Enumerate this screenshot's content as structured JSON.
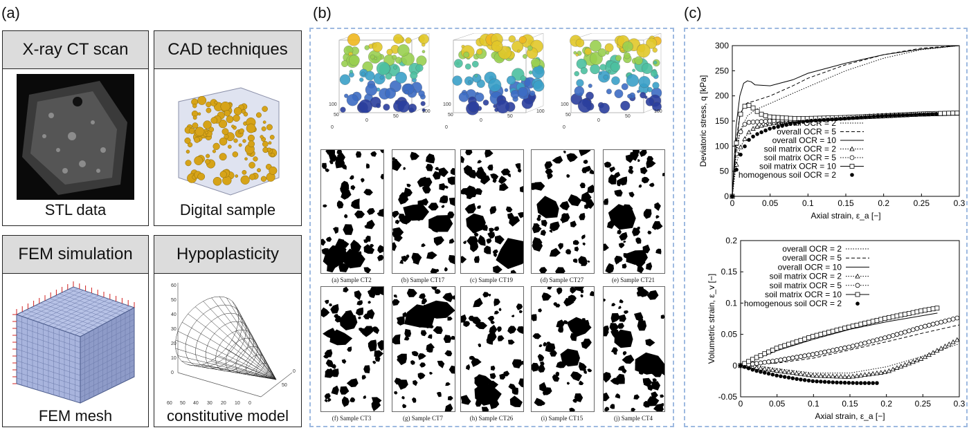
{
  "panel_a": {
    "label": "(a)",
    "tiles": [
      {
        "title": "X-ray CT scan",
        "caption": "STL data"
      },
      {
        "title": "CAD techniques",
        "caption": "Digital sample"
      },
      {
        "title": "FEM simulation",
        "caption": "FEM mesh"
      },
      {
        "title": "Hypoplasticity",
        "caption": "constitutive model"
      }
    ]
  },
  "panel_b": {
    "label": "(b)",
    "axis_ticks": [
      "0",
      "50",
      "100"
    ],
    "cone_ticks": {
      "z": [
        "0",
        "10",
        "20",
        "30",
        "40",
        "50",
        "60"
      ],
      "x": [
        "60",
        "50",
        "40",
        "30",
        "20",
        "10",
        "0"
      ],
      "y": [
        "0",
        "50"
      ]
    },
    "samples": [
      "(a) Sample CT2",
      "(b) Sample CT17",
      "(c) Sample CT19",
      "(d) Sample CT27",
      "(e) Sample CT21",
      "(f) Sample CT3",
      "(g) Sample CT7",
      "(h) Sample CT26",
      "(i) Sample CT15",
      "(j) Sample CT4"
    ]
  },
  "panel_c": {
    "label": "(c)"
  },
  "chart_data": [
    {
      "type": "line",
      "ylabel": "Deviatoric stress, q  [kPa]",
      "xlabel": "Axial strain, ε_a [−]",
      "xlim": [
        0,
        0.3
      ],
      "ylim": [
        0,
        300
      ],
      "xticks": [
        "0",
        "0.05",
        "0.1",
        "0.15",
        "0.2",
        "0.25",
        "0.3"
      ],
      "yticks": [
        "0",
        "50",
        "100",
        "150",
        "200",
        "250",
        "300"
      ],
      "legend_position": "right",
      "series": [
        {
          "name": "overall OCR = 2",
          "style": "dotted",
          "x": [
            0,
            0.005,
            0.01,
            0.02,
            0.03,
            0.05,
            0.08,
            0.1,
            0.15,
            0.2,
            0.25,
            0.3
          ],
          "y": [
            0,
            90,
            130,
            160,
            172,
            185,
            205,
            218,
            250,
            275,
            292,
            300
          ]
        },
        {
          "name": "overall OCR = 5",
          "style": "dashed",
          "x": [
            0,
            0.005,
            0.01,
            0.015,
            0.02,
            0.03,
            0.05,
            0.08,
            0.1,
            0.15,
            0.2,
            0.25,
            0.3
          ],
          "y": [
            0,
            110,
            160,
            180,
            186,
            190,
            200,
            220,
            235,
            262,
            282,
            295,
            300
          ]
        },
        {
          "name": "overall OCR = 10",
          "style": "solid",
          "x": [
            0,
            0.005,
            0.01,
            0.015,
            0.02,
            0.025,
            0.03,
            0.05,
            0.08,
            0.1,
            0.15,
            0.2,
            0.25,
            0.3
          ],
          "y": [
            0,
            140,
            200,
            225,
            230,
            228,
            222,
            220,
            232,
            245,
            265,
            282,
            293,
            300
          ]
        },
        {
          "name": "soil matrix OCR = 2",
          "style": "dotted",
          "marker": "triangle",
          "x": [
            0,
            0.005,
            0.01,
            0.02,
            0.03,
            0.05,
            0.08,
            0.1,
            0.15,
            0.2,
            0.25,
            0.3
          ],
          "y": [
            0,
            60,
            95,
            125,
            138,
            145,
            150,
            152,
            156,
            160,
            163,
            165
          ]
        },
        {
          "name": "soil matrix OCR = 5",
          "style": "dotted",
          "marker": "circle",
          "x": [
            0,
            0.005,
            0.01,
            0.015,
            0.02,
            0.03,
            0.05,
            0.08,
            0.1,
            0.15,
            0.2,
            0.25,
            0.3
          ],
          "y": [
            0,
            80,
            125,
            142,
            147,
            148,
            150,
            152,
            154,
            157,
            161,
            164,
            166
          ]
        },
        {
          "name": "soil matrix OCR = 10",
          "style": "solid",
          "marker": "square",
          "x": [
            0,
            0.005,
            0.01,
            0.015,
            0.02,
            0.025,
            0.03,
            0.04,
            0.05,
            0.08,
            0.1,
            0.15,
            0.2,
            0.25,
            0.3
          ],
          "y": [
            0,
            100,
            160,
            178,
            182,
            180,
            172,
            162,
            158,
            155,
            155,
            157,
            160,
            164,
            166
          ]
        },
        {
          "name": "homogenous soil OCR = 2",
          "style": "none",
          "marker": "filled-circle",
          "x": [
            0,
            0.005,
            0.01,
            0.02,
            0.03,
            0.05,
            0.08,
            0.1,
            0.15,
            0.2,
            0.25,
            0.27
          ],
          "y": [
            0,
            50,
            80,
            110,
            122,
            135,
            145,
            150,
            155,
            160,
            163,
            164
          ]
        }
      ]
    },
    {
      "type": "line",
      "ylabel": "Volumetric strain, ε_v  [−]",
      "xlabel": "Axial strain, ε_a [−]",
      "xlim": [
        0,
        0.3
      ],
      "ylim": [
        -0.05,
        0.2
      ],
      "xticks": [
        "0",
        "0.05",
        "0.1",
        "0.15",
        "0.2",
        "0.25",
        "0.3"
      ],
      "yticks": [
        "-0.05",
        "0",
        "0.05",
        "0.1",
        "0.15",
        "0.2"
      ],
      "legend_position": "top-right",
      "series": [
        {
          "name": "overall OCR = 2",
          "style": "dotted",
          "x": [
            0,
            0.02,
            0.05,
            0.1,
            0.15,
            0.2,
            0.25,
            0.3
          ],
          "y": [
            0,
            0.0,
            -0.005,
            -0.012,
            -0.012,
            -0.002,
            0.015,
            0.035
          ]
        },
        {
          "name": "overall OCR = 5",
          "style": "dashed",
          "x": [
            0,
            0.02,
            0.05,
            0.1,
            0.15,
            0.2,
            0.25,
            0.3
          ],
          "y": [
            0,
            0.002,
            0.004,
            0.012,
            0.025,
            0.038,
            0.052,
            0.065
          ]
        },
        {
          "name": "overall OCR = 10",
          "style": "solid",
          "x": [
            0,
            0.02,
            0.05,
            0.1,
            0.15,
            0.2,
            0.25,
            0.27
          ],
          "y": [
            0,
            0.01,
            0.024,
            0.042,
            0.058,
            0.07,
            0.08,
            0.084
          ]
        },
        {
          "name": "soil matrix OCR = 2",
          "style": "dotted",
          "marker": "triangle",
          "x": [
            0,
            0.02,
            0.05,
            0.1,
            0.15,
            0.2,
            0.25,
            0.3
          ],
          "y": [
            0,
            -0.003,
            -0.008,
            -0.016,
            -0.018,
            -0.01,
            0.012,
            0.043
          ]
        },
        {
          "name": "soil matrix OCR = 5",
          "style": "dotted",
          "marker": "circle",
          "x": [
            0,
            0.02,
            0.05,
            0.1,
            0.15,
            0.2,
            0.25,
            0.3
          ],
          "y": [
            0,
            0.003,
            0.008,
            0.018,
            0.03,
            0.045,
            0.062,
            0.077
          ]
        },
        {
          "name": "soil matrix OCR = 10",
          "style": "solid",
          "marker": "square",
          "x": [
            0,
            0.02,
            0.05,
            0.1,
            0.15,
            0.2,
            0.25,
            0.27
          ],
          "y": [
            0,
            0.012,
            0.028,
            0.047,
            0.062,
            0.076,
            0.088,
            0.092
          ]
        },
        {
          "name": "homogenous soil OCR = 2",
          "style": "none",
          "marker": "filled-circle",
          "x": [
            0,
            0.02,
            0.05,
            0.08,
            0.1,
            0.13,
            0.16,
            0.19
          ],
          "y": [
            0,
            -0.008,
            -0.016,
            -0.022,
            -0.025,
            -0.027,
            -0.028,
            -0.028
          ]
        }
      ]
    }
  ]
}
